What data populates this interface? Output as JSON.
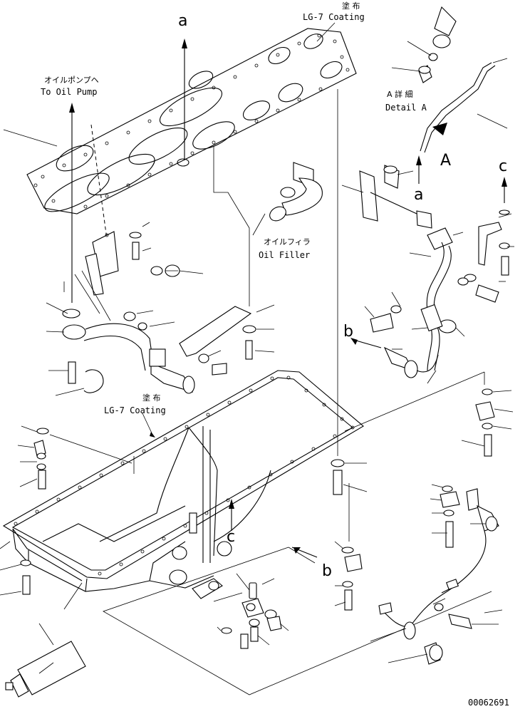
{
  "labels": {
    "coating_top_jp": "塗 布",
    "coating_top_en": "LG-7 Coating",
    "oil_pump_jp": "オイルポンプヘ",
    "oil_pump_en": "To Oil Pump",
    "detail_a_jp": "A 詳 細",
    "detail_a_en": "Detail A",
    "oil_filler_jp": "オイルフィラ",
    "oil_filler_en": "Oil Filler",
    "coating_mid_jp": "塗 布",
    "coating_mid_en": "LG-7 Coating",
    "drawing_number": "00062691"
  },
  "callouts": {
    "a_top": "a",
    "a_right": "a",
    "A_arrow": "A",
    "c_right": "c",
    "c_mid": "c",
    "b_mid": "b",
    "b_bottom": "b"
  }
}
